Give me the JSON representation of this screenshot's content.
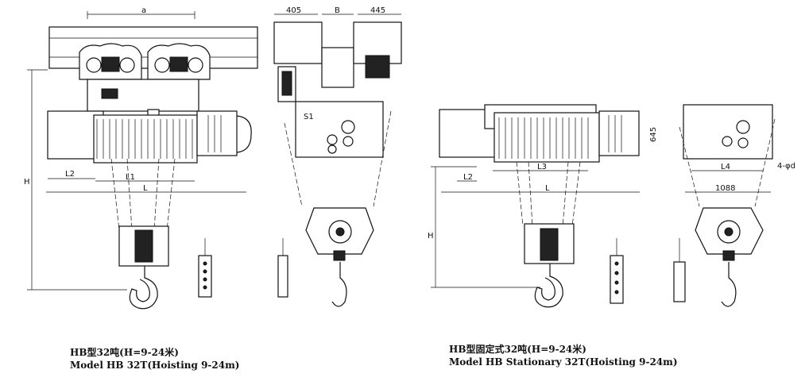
{
  "left_figure": {
    "caption_line1": "HB型32吨(H=9-24米)",
    "caption_line2": "Model HB 32T(Hoisting 9-24m)",
    "side_view": {
      "dim_top": "a",
      "dim_height": "H",
      "dim_l2": "L2",
      "dim_l1": "L1",
      "dim_l": "L"
    },
    "end_view": {
      "dim_405": "405",
      "dim_b": "B",
      "dim_445": "445",
      "dim_s1": "S1"
    }
  },
  "right_figure": {
    "caption_line1": "HB型固定式32吨(H=9-24米)",
    "caption_line2": "Model HB Stationary 32T(Hoisting 9-24m)",
    "side_view": {
      "dim_height": "H",
      "dim_l2": "L2",
      "dim_l3": "L3",
      "dim_l": "L"
    },
    "end_view": {
      "dim_645": "645",
      "dim_l4": "L4",
      "dim_bolt": "4-φd",
      "dim_1088": "1088"
    }
  }
}
